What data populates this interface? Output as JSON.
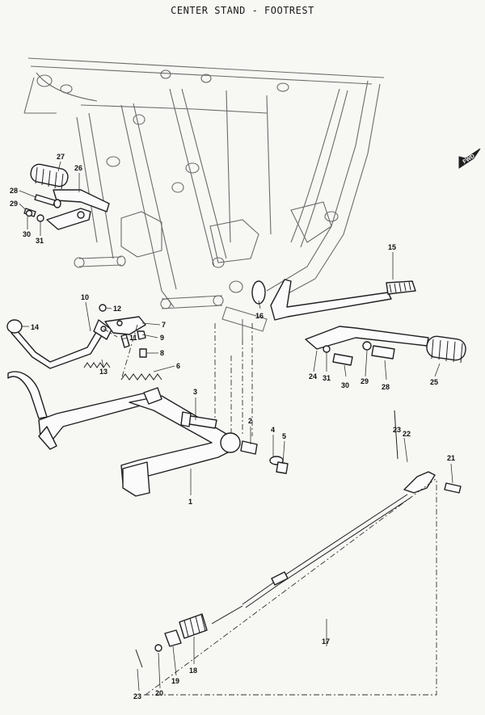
{
  "title": "CENTER STAND - FOOTREST",
  "fwd_label": "FWD",
  "callouts": [
    "1",
    "2",
    "3",
    "4",
    "5",
    "6",
    "7",
    "8",
    "9",
    "10",
    "11",
    "12",
    "13",
    "14",
    "15",
    "16",
    "17",
    "18",
    "19",
    "20",
    "21",
    "22",
    "23",
    "23",
    "24",
    "25",
    "26",
    "27",
    "28",
    "28",
    "29",
    "29",
    "30",
    "30",
    "31",
    "31"
  ]
}
